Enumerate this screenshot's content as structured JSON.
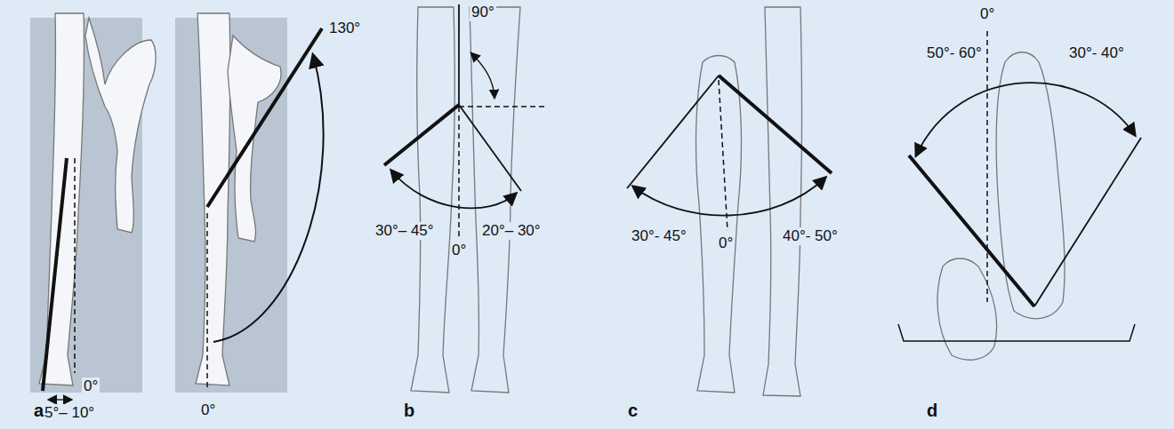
{
  "diagram": {
    "labels": [
      "0°",
      "5°– 10°",
      "130°",
      "0°",
      "90°",
      "30°– 45°",
      "20°– 30°",
      "0°",
      "30°- 45°",
      "40°- 50°",
      "0°",
      "0°",
      "50°- 60°",
      "30°- 40°",
      "a",
      "b",
      "c",
      "d"
    ]
  }
}
